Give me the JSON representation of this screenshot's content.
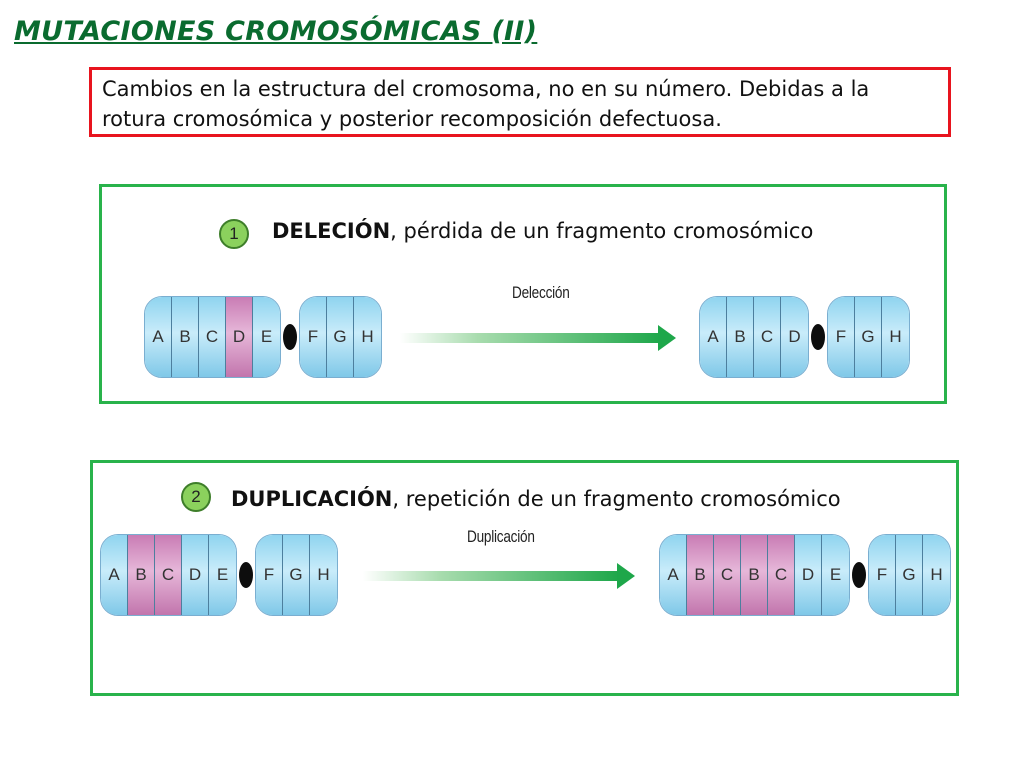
{
  "title": "MUTACIONES CROMOSÓMICAS (II)",
  "intro": "Cambios en la estructura del cromosoma, no en su número. Debidas a la rotura cromosómica y posterior recomposición defectuosa.",
  "sections": [
    {
      "number": "1",
      "term": "DELECIÓN",
      "description": ", pérdida de un fragmento cromosómico",
      "arrow_label": "Delección",
      "before": {
        "left": [
          {
            "l": "A",
            "pink": false
          },
          {
            "l": "B",
            "pink": false
          },
          {
            "l": "C",
            "pink": false
          },
          {
            "l": "D",
            "pink": true
          },
          {
            "l": "E",
            "pink": false
          }
        ],
        "right": [
          {
            "l": "F",
            "pink": false
          },
          {
            "l": "G",
            "pink": false
          },
          {
            "l": "H",
            "pink": false
          }
        ]
      },
      "after": {
        "left": [
          {
            "l": "A",
            "pink": false
          },
          {
            "l": "B",
            "pink": false
          },
          {
            "l": "C",
            "pink": false
          },
          {
            "l": "D",
            "pink": false
          }
        ],
        "right": [
          {
            "l": "F",
            "pink": false
          },
          {
            "l": "G",
            "pink": false
          },
          {
            "l": "H",
            "pink": false
          }
        ]
      }
    },
    {
      "number": "2",
      "term": "DUPLICACIÓN",
      "description": ", repetición de un fragmento cromosómico",
      "arrow_label": "Duplicación",
      "before": {
        "left": [
          {
            "l": "A",
            "pink": false
          },
          {
            "l": "B",
            "pink": true
          },
          {
            "l": "C",
            "pink": true
          },
          {
            "l": "D",
            "pink": false
          },
          {
            "l": "E",
            "pink": false
          }
        ],
        "right": [
          {
            "l": "F",
            "pink": false
          },
          {
            "l": "G",
            "pink": false
          },
          {
            "l": "H",
            "pink": false
          }
        ]
      },
      "after": {
        "left": [
          {
            "l": "A",
            "pink": false
          },
          {
            "l": "B",
            "pink": true
          },
          {
            "l": "C",
            "pink": true
          },
          {
            "l": "B",
            "pink": true
          },
          {
            "l": "C",
            "pink": true
          },
          {
            "l": "D",
            "pink": false
          },
          {
            "l": "E",
            "pink": false
          }
        ],
        "right": [
          {
            "l": "F",
            "pink": false
          },
          {
            "l": "G",
            "pink": false
          },
          {
            "l": "H",
            "pink": false
          }
        ]
      }
    }
  ]
}
